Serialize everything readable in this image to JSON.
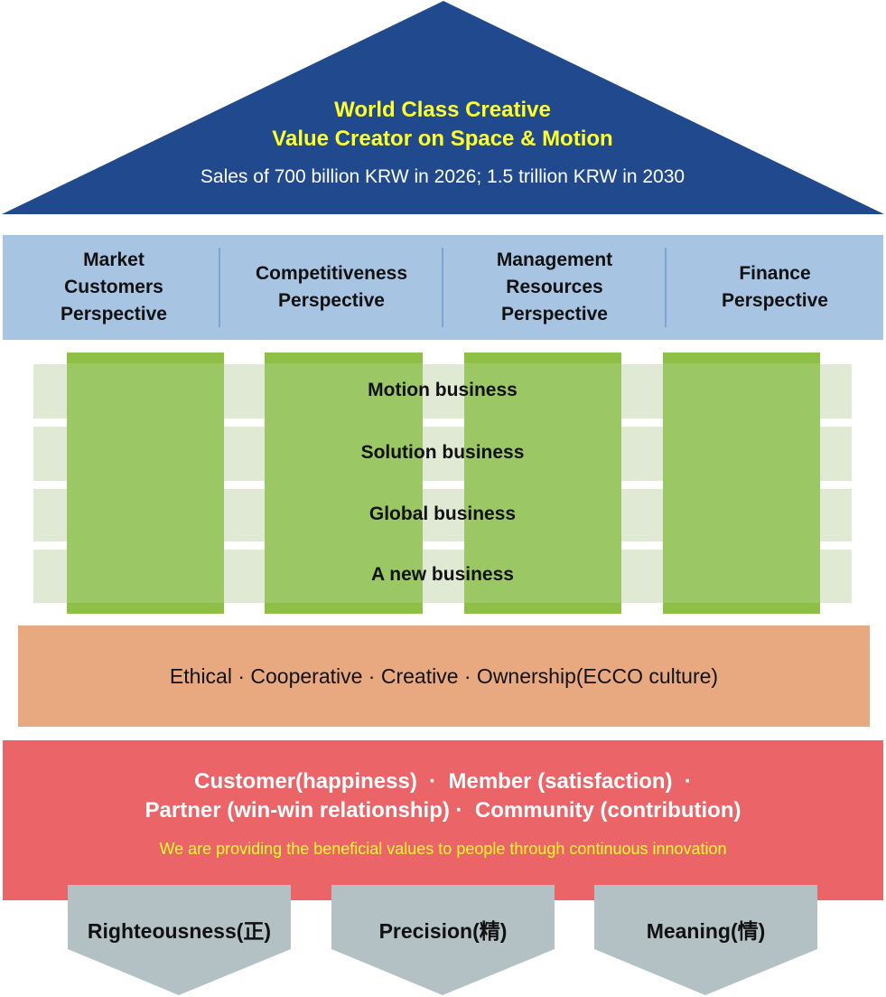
{
  "vision": {
    "line1": "World Class Creative",
    "line2": "Value Creator on Space & Motion",
    "sales": "Sales of 700 billion KRW in 2026; 1.5 trillion KRW in 2030"
  },
  "perspectives": [
    {
      "line1": "Market",
      "line2": "Customers",
      "line3": "Perspective"
    },
    {
      "line1": "Competitiveness",
      "line2": "Perspective"
    },
    {
      "line1": "Management",
      "line2": "Resources",
      "line3": "Perspective"
    },
    {
      "line1": "Finance",
      "line2": "Perspective"
    }
  ],
  "businesses": [
    "Motion business",
    "Solution business",
    "Global business",
    "A new business"
  ],
  "culture": "Ethical · Cooperative · Creative · Ownership(ECCO culture)",
  "stakeholders": {
    "line1": "Customer(happiness)  ·  Member (satisfaction)  ·",
    "line2": "Partner (win-win relationship) ·  Community (contribution)",
    "tagline": "We are providing the beneficial values to people through continuous innovation"
  },
  "values": [
    "Righteousness(正)",
    "Precision(精)",
    "Meaning(情)"
  ],
  "colors": {
    "roof": "#214a8e",
    "vision_text": "#ffff2e",
    "perspective_band": "#a8c4e3",
    "pillar": "#9bc765",
    "row": "#dfe9d3",
    "culture": "#e9a980",
    "stakeholder": "#eb6467",
    "value_chevron": "#b4c1c4"
  }
}
